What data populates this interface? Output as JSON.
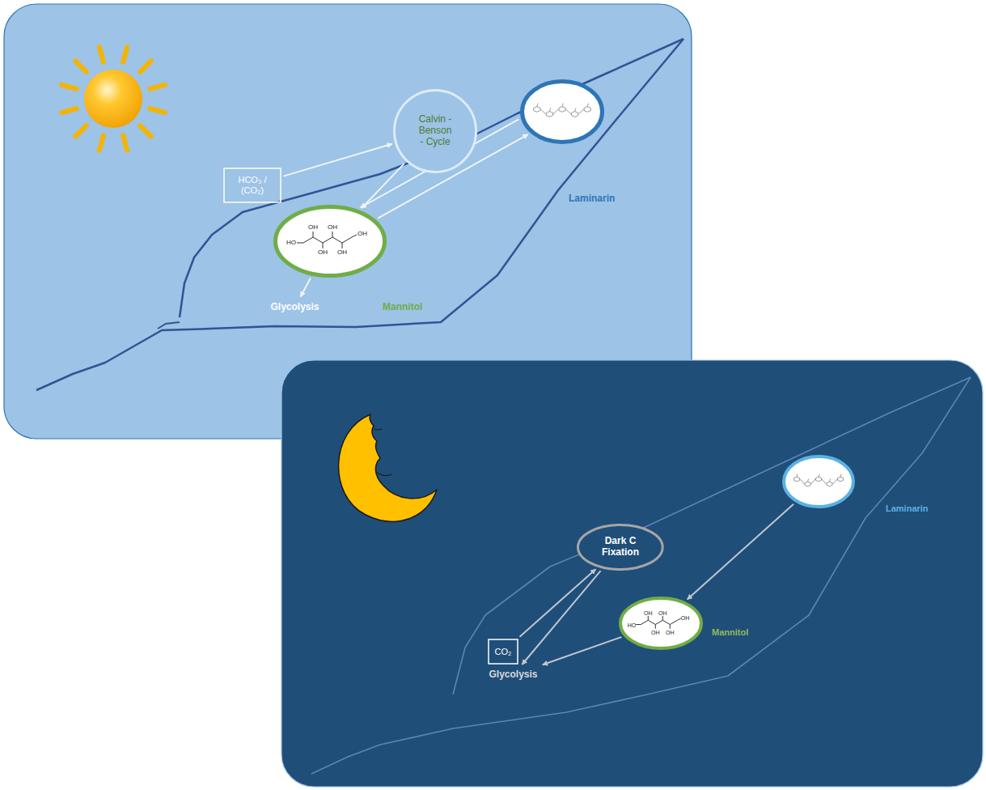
{
  "diagram": {
    "nodes": [
      {
        "text": [
          "HCO₃ / (CO₂)"
        ]
      },
      {
        "text": [
          "Calvin - Benson - Cycle"
        ]
      },
      {
        "text": [
          "Laminarin"
        ]
      },
      {
        "text": [
          "Mannitol"
        ]
      },
      {
        "text": [
          "Glycolysis"
        ]
      },
      {
        "text": [
          "Laminarin"
        ]
      },
      {
        "text": [
          "Dark C Fixation"
        ]
      },
      {
        "text": [
          "CO₂"
        ]
      },
      {
        "text": [
          "Mannitol"
        ]
      },
      {
        "text": [
          "Glycolysis"
        ]
      }
    ],
    "edges": [
      {
        "from": 0,
        "to": 1,
        "arrow": "to"
      },
      {
        "from": 1,
        "to": 3,
        "arrow": "to"
      },
      {
        "from": 3,
        "to": 2,
        "arrow": "to"
      },
      {
        "from": 2,
        "to": 3,
        "arrow": "to"
      },
      {
        "from": 3,
        "to": 4,
        "arrow": "to"
      },
      {
        "from": 5,
        "to": 8,
        "arrow": "to"
      },
      {
        "from": 7,
        "to": 6,
        "arrow": "to"
      },
      {
        "from": 6,
        "to": 9,
        "arrow": "to"
      },
      {
        "from": 8,
        "to": 9,
        "arrow": "to"
      }
    ],
    "labels": [
      "HO",
      "OH",
      "OH",
      "OH",
      "OH",
      "OH",
      "HO",
      "OH",
      "OH",
      "OH",
      "OH",
      "OH"
    ]
  }
}
